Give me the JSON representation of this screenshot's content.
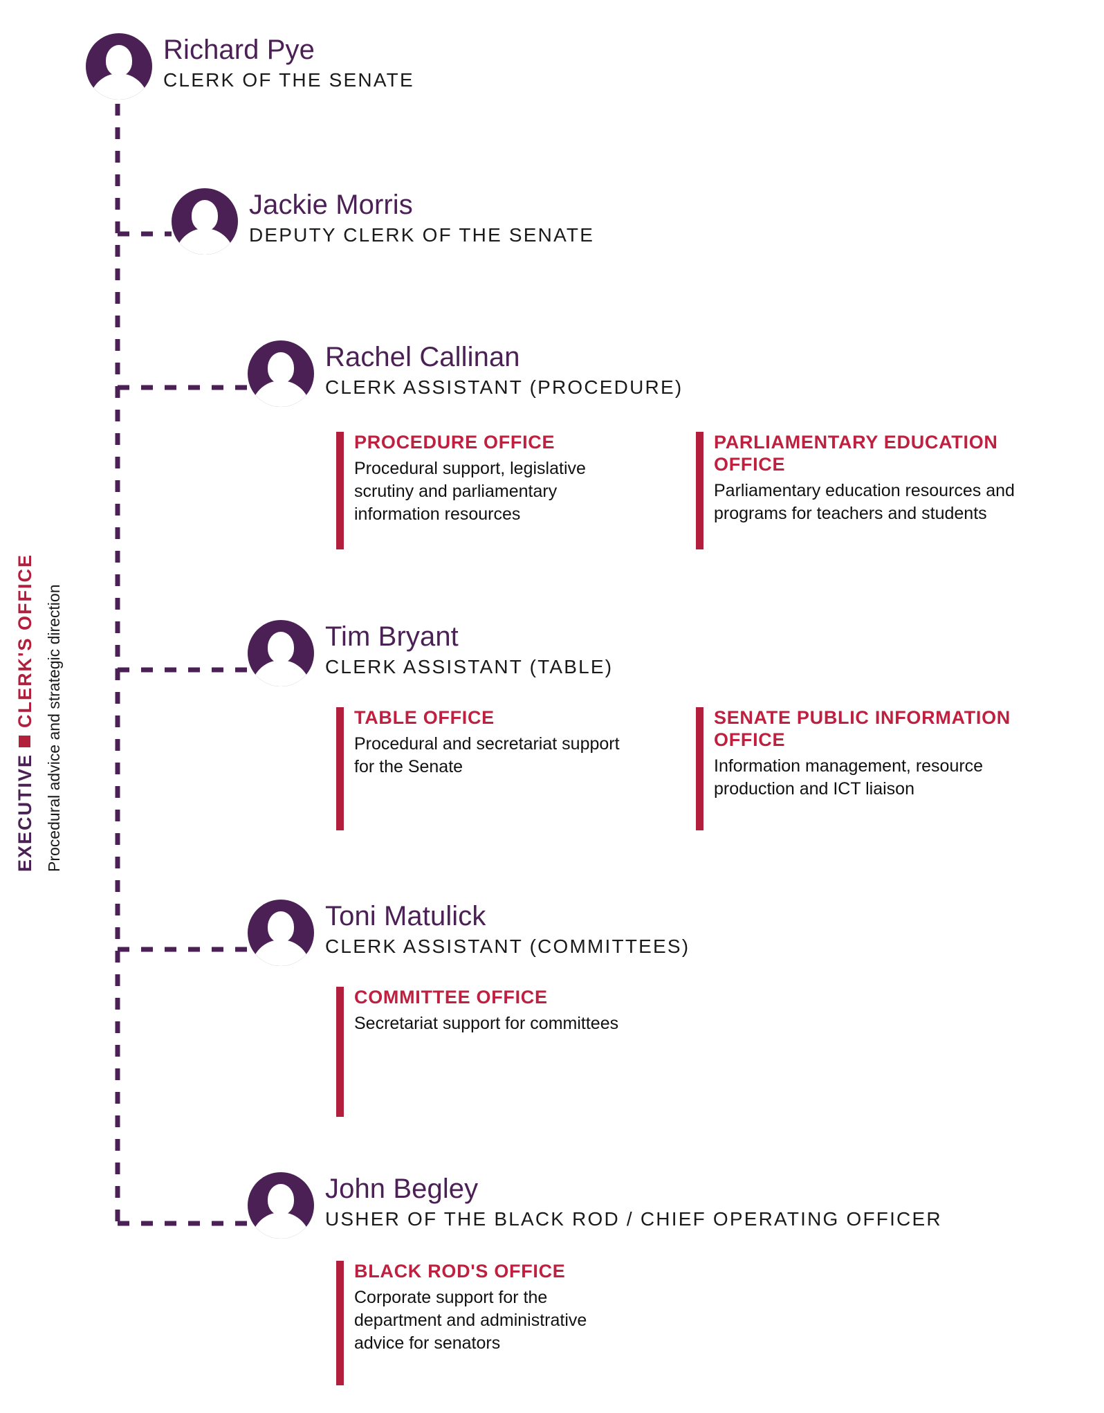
{
  "colors": {
    "purple": "#4b2155",
    "red": "#b21f3c",
    "title_red": "#c0203f",
    "text": "#1a1a1a",
    "background": "#ffffff"
  },
  "side_label": {
    "executive": "EXECUTIVE",
    "separator": "square",
    "office": "CLERK'S OFFICE",
    "subtitle": "Procedural advice and strategic direction"
  },
  "people": [
    {
      "id": "richard-pye",
      "name": "Richard Pye",
      "title": "CLERK OF THE SENATE",
      "avatar": "person-avatar-icon",
      "offices": []
    },
    {
      "id": "jackie-morris",
      "name": "Jackie Morris",
      "title": "DEPUTY CLERK OF THE SENATE",
      "avatar": "person-avatar-icon",
      "offices": []
    },
    {
      "id": "rachel-callinan",
      "name": "Rachel Callinan",
      "title": "CLERK ASSISTANT (PROCEDURE)",
      "avatar": "person-avatar-icon",
      "offices": [
        {
          "title": "PROCEDURE OFFICE",
          "desc": "Procedural support, legislative scrutiny and parliamentary information resources"
        },
        {
          "title": "PARLIAMENTARY EDUCATION OFFICE",
          "desc": "Parliamentary education resources and programs for teachers and students"
        }
      ]
    },
    {
      "id": "tim-bryant",
      "name": "Tim Bryant",
      "title": "CLERK ASSISTANT (TABLE)",
      "avatar": "person-avatar-icon",
      "offices": [
        {
          "title": "TABLE OFFICE",
          "desc": "Procedural and secretariat support for the Senate"
        },
        {
          "title": "SENATE PUBLIC INFORMATION OFFICE",
          "desc": "Information management, resource production and ICT liaison"
        }
      ]
    },
    {
      "id": "toni-matulick",
      "name": "Toni Matulick",
      "title": "CLERK ASSISTANT (COMMITTEES)",
      "avatar": "person-avatar-icon",
      "offices": [
        {
          "title": "COMMITTEE OFFICE",
          "desc": "Secretariat support for committees"
        }
      ]
    },
    {
      "id": "john-begley",
      "name": "John Begley",
      "title": "USHER OF THE BLACK ROD / CHIEF OPERATING OFFICER",
      "avatar": "person-avatar-icon",
      "offices": [
        {
          "title": "BLACK ROD'S OFFICE",
          "desc": "Corporate support for the department and administrative advice for senators"
        }
      ]
    }
  ]
}
